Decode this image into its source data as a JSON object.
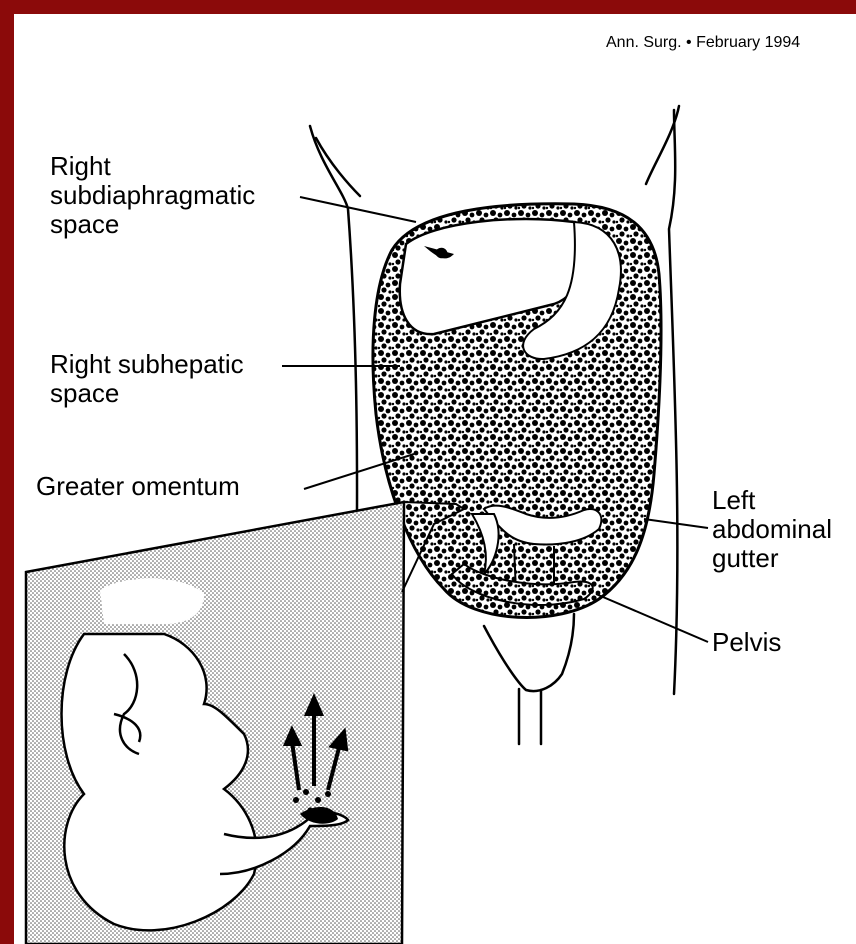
{
  "header": {
    "citation": "Ann. Surg. • February 1994"
  },
  "labels": {
    "right_subdiaphragmatic": [
      "Right",
      "subdiaphragmatic",
      "space"
    ],
    "right_subhepatic": [
      "Right subhepatic",
      "space"
    ],
    "greater_omentum": [
      "Greater omentum"
    ],
    "left_abdominal_gutter": [
      "Left",
      "abdominal",
      "gutter"
    ],
    "pelvis": [
      "Pelvis"
    ]
  },
  "colors": {
    "frame": "#8b0a0a",
    "ink": "#000000",
    "paper": "#ffffff"
  }
}
